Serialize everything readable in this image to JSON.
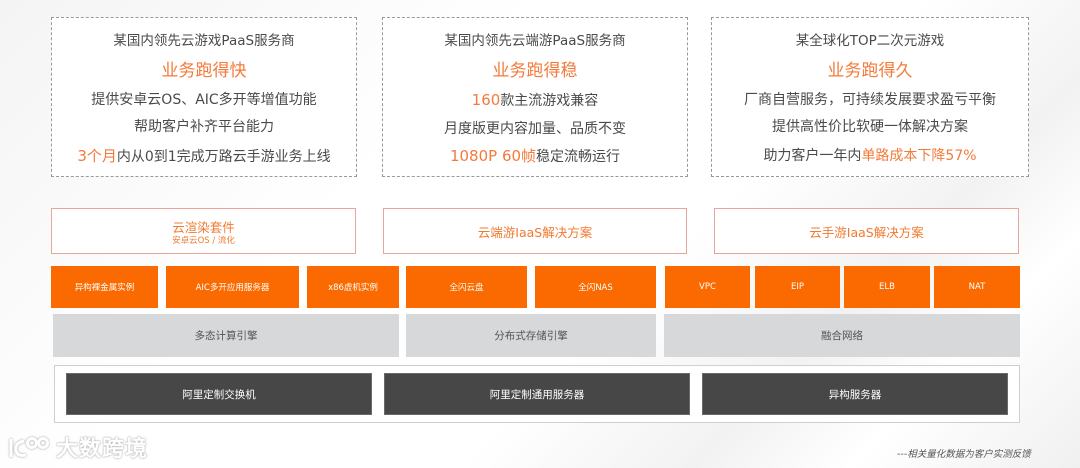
{
  "cards": [
    {
      "subtitle": "某国内领先云游戏PaaS服务商",
      "headline": "业务跑得快",
      "line1": "提供安卓云OS、AIC多开等增值功能",
      "line2": "帮助客户补齐平台能力",
      "line3_highlight": "3个月",
      "line3_rest": "内从0到1完成万路云手游业务上线"
    },
    {
      "subtitle": "某国内领先云端游PaaS服务商",
      "headline": "业务跑得稳",
      "line1_highlight": "160",
      "line1_rest": "款主流游戏兼容",
      "line2": "月度版更内容加量、品质不变",
      "line3_highlight": "1080P 60帧",
      "line3_rest": "稳定流畅运行"
    },
    {
      "subtitle": "某全球化TOP二次元游戏",
      "headline": "业务跑得久",
      "line1": "厂商自营服务，可持续发展要求盈亏平衡",
      "line2": "提供高性价比软硬一体解决方案",
      "line3_prefix": "助力客户一年内",
      "line3_highlight": "单路成本下降57%"
    }
  ],
  "solutions": [
    {
      "title": "云渲染套件",
      "subtitle": "安卓云OS / 流化"
    },
    {
      "title": "云端游IaaS解决方案"
    },
    {
      "title": "云手游IaaS解决方案"
    }
  ],
  "products": [
    "异构裸金属实例",
    "AIC多开应用服务器",
    "x86虚机实例",
    "全闪云盘",
    "全闪NAS",
    "VPC",
    "EIP",
    "ELB",
    "NAT"
  ],
  "engines": [
    "多态计算引擎",
    "分布式存储引擎",
    "融合网络"
  ],
  "hardware": [
    "阿里定制交换机",
    "阿里定制通用服务器",
    "异构服务器"
  ],
  "footer": {
    "logo_text": "大数跨境",
    "note": "---相关量化数据为客户实测反馈"
  },
  "colors": {
    "accent": "#fa6a00",
    "highlight_text": "#f47a3a",
    "engine_gray": "#d7d8da",
    "hardware_dark": "#474747"
  }
}
